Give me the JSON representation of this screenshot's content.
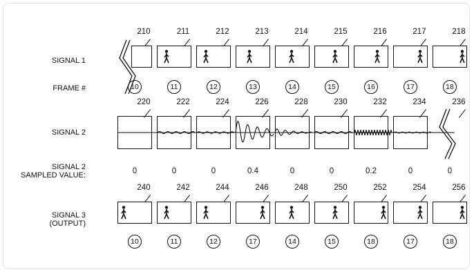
{
  "rows": {
    "signal1": "SIGNAL 1",
    "frame_num": "FRAME #",
    "signal2": "SIGNAL 2",
    "sampled_line1": "SIGNAL 2",
    "sampled_line2": "SAMPLED VALUE:",
    "signal3_line1": "SIGNAL 3",
    "signal3_line2": "(OUTPUT)"
  },
  "signal1_refs": [
    "210",
    "211",
    "212",
    "213",
    "214",
    "215",
    "216",
    "217",
    "218"
  ],
  "frame_numbers": [
    "10",
    "11",
    "12",
    "13",
    "14",
    "15",
    "16",
    "17",
    "18"
  ],
  "signal2_refs": [
    "220",
    "222",
    "224",
    "226",
    "228",
    "230",
    "232",
    "234",
    "236"
  ],
  "sampled_values": [
    "0",
    "0",
    "0",
    "0.4",
    "0",
    "0",
    "0.2",
    "0",
    "0"
  ],
  "signal3_refs": [
    "240",
    "242",
    "244",
    "246",
    "248",
    "250",
    "252",
    "254",
    "256"
  ],
  "output_frames": [
    "10",
    "11",
    "12",
    "17",
    "14",
    "15",
    "18",
    "17",
    "18"
  ]
}
